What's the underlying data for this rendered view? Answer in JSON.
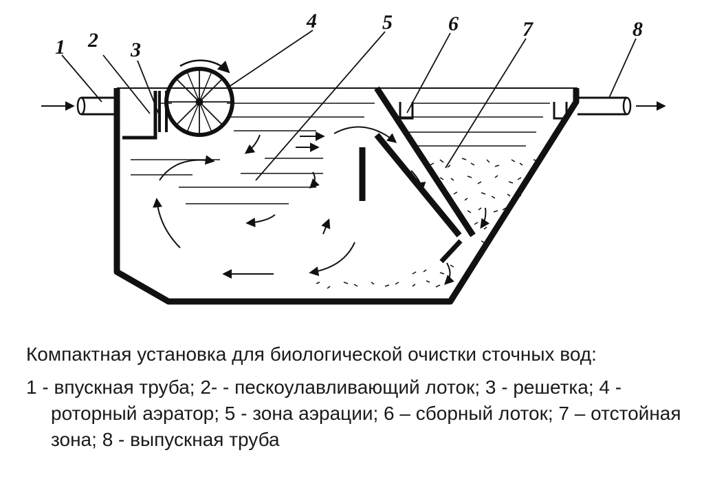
{
  "diagram": {
    "labels": [
      "1",
      "2",
      "3",
      "4",
      "5",
      "6",
      "7",
      "8"
    ]
  },
  "caption": {
    "title": "Компактная установка для биологической очистки сточных вод:",
    "legend": "1 - впускная труба; 2- - пескоулавливающий лоток; 3 - решетка; 4 - роторный аэратор; 5 - зона аэрации; 6 – сборный лоток; 7 – отстойная зона; 8 - выпускная труба"
  }
}
